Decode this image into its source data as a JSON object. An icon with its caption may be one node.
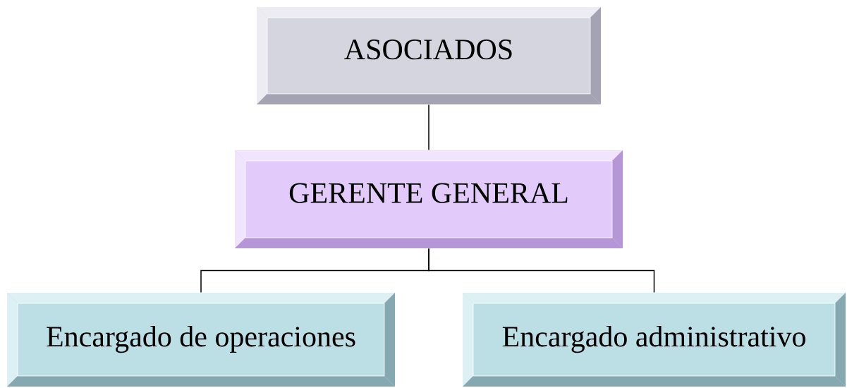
{
  "diagram": {
    "nodes": [
      {
        "text": [
          "ASOCIADOS"
        ]
      },
      {
        "text": [
          "GERENTE GENERAL"
        ]
      },
      {
        "text": [
          "Encargado de operaciones"
        ]
      },
      {
        "text": [
          "Encargado administrativo"
        ]
      }
    ],
    "edges": [
      {
        "from": 0,
        "to": 1,
        "arrow": "none"
      },
      {
        "from": 1,
        "to": 2,
        "arrow": "none"
      },
      {
        "from": 1,
        "to": 3,
        "arrow": "none"
      }
    ]
  }
}
